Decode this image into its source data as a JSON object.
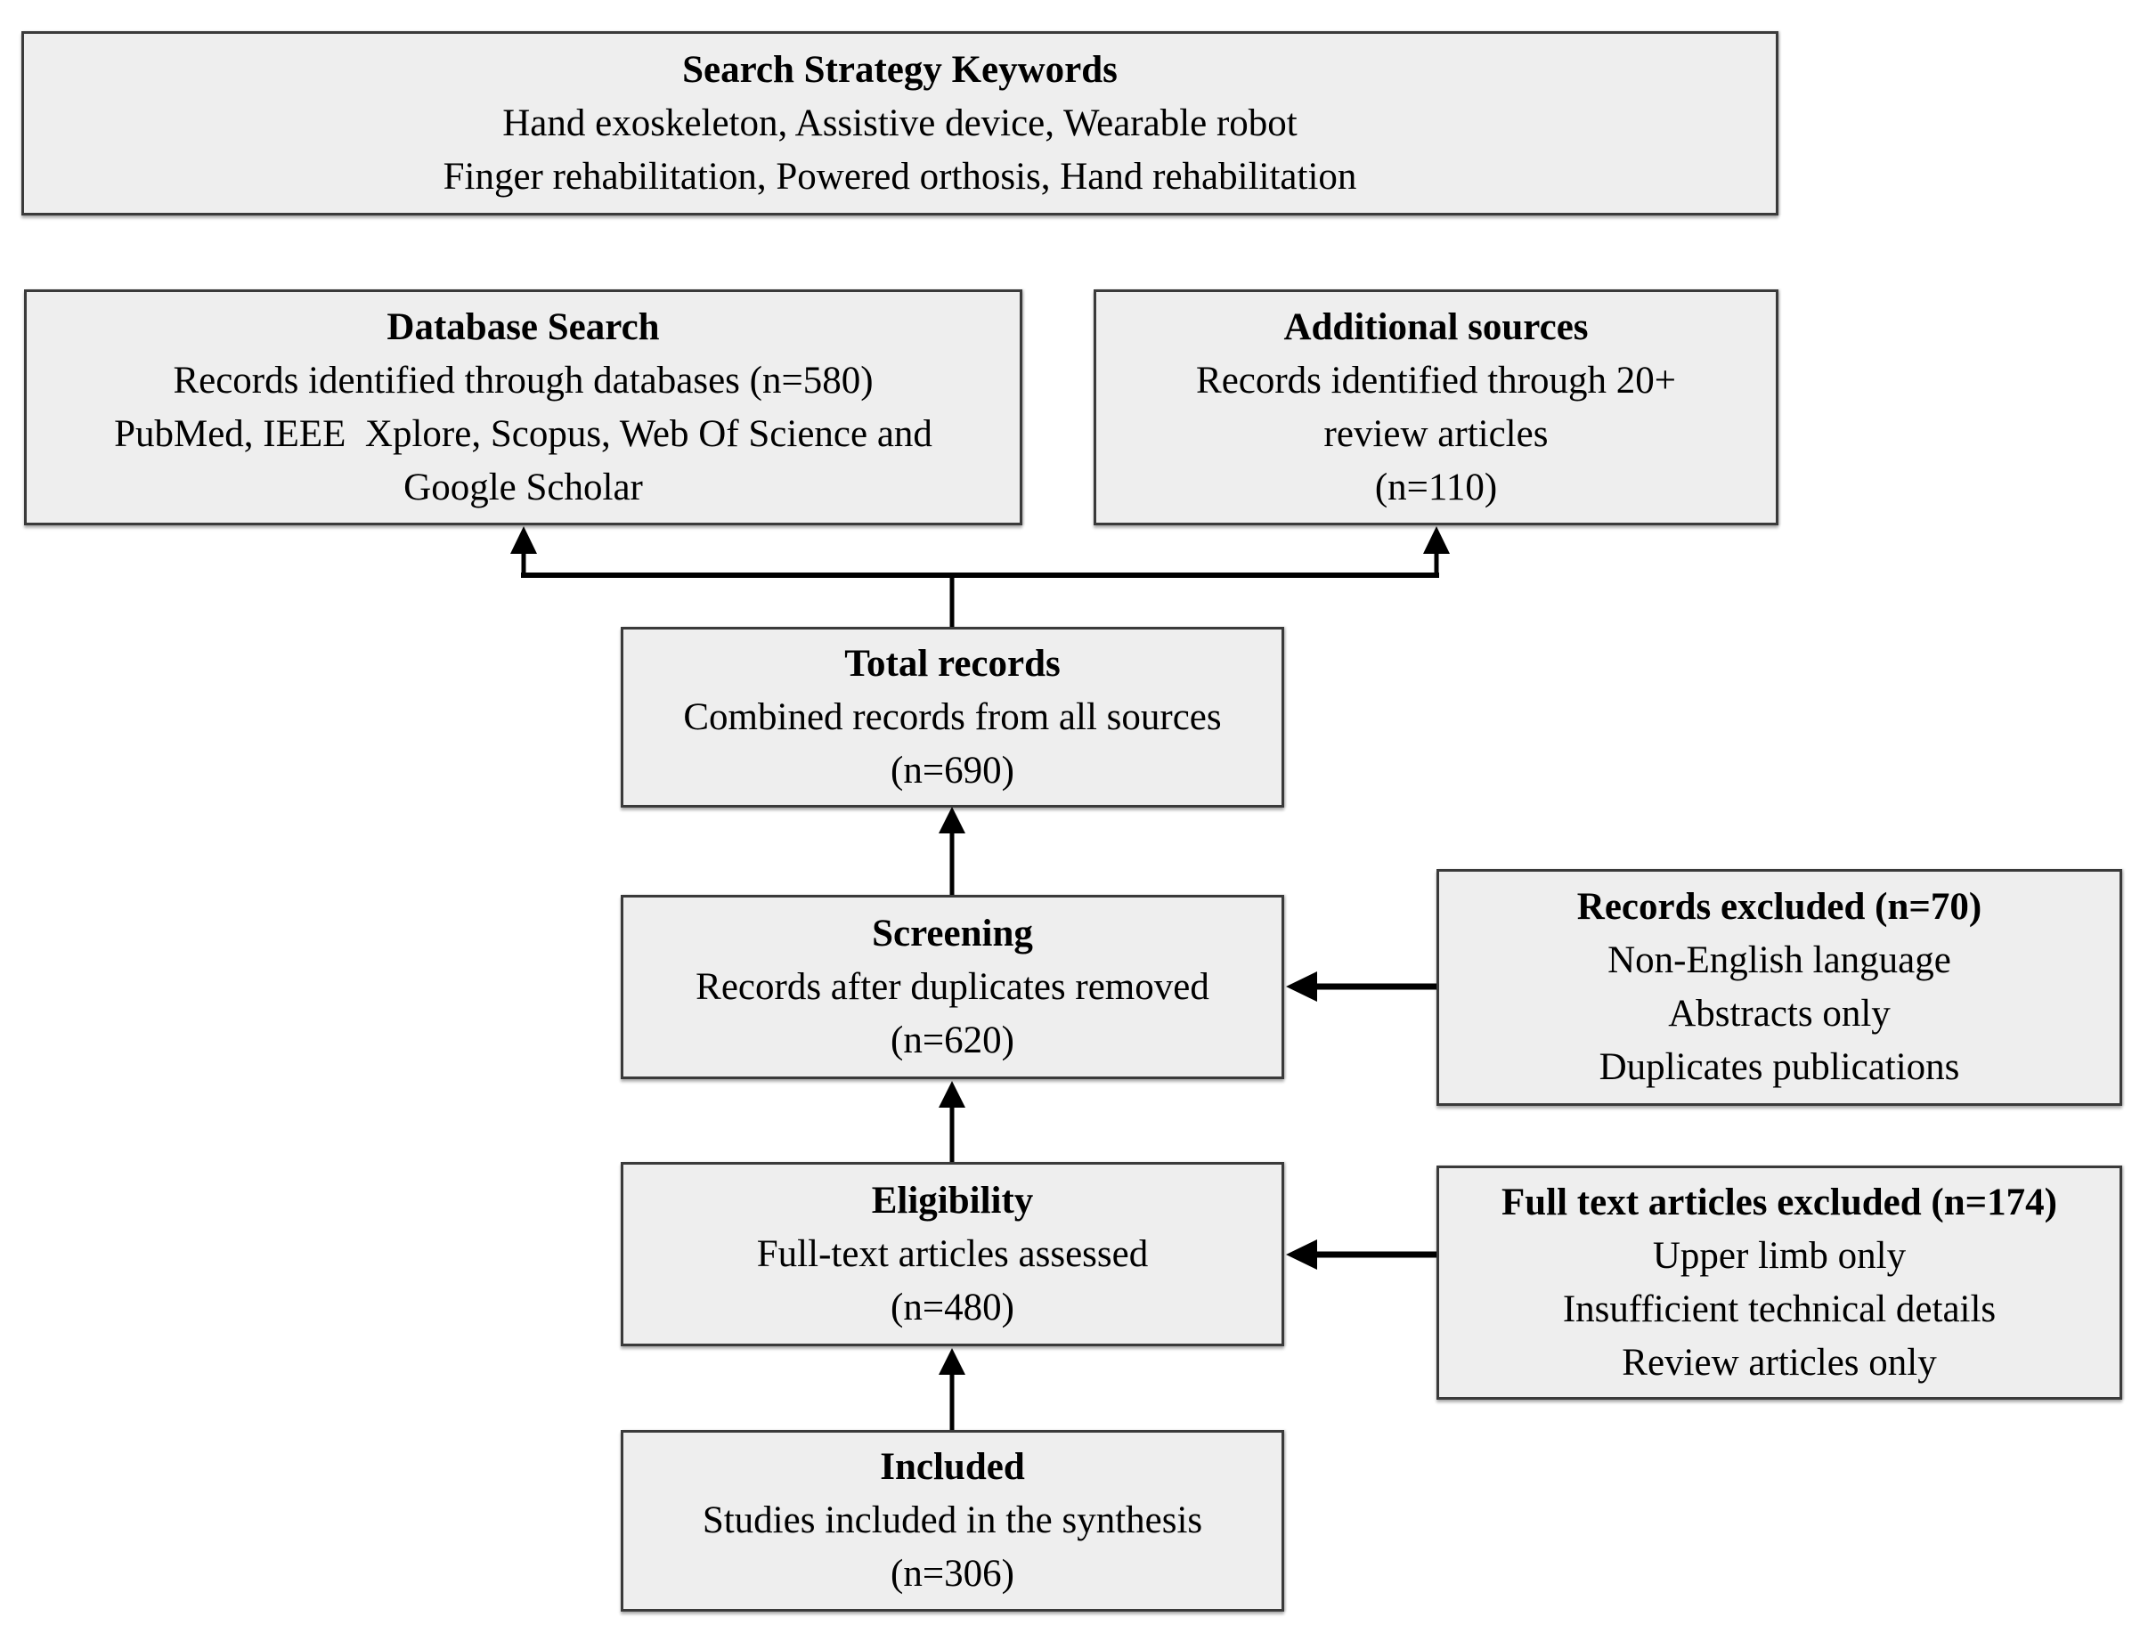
{
  "diagram": {
    "boxes": {
      "keywords": {
        "title": "Search Strategy Keywords",
        "lines": [
          "Hand exoskeleton, Assistive device, Wearable robot",
          "Finger rehabilitation, Powered orthosis, Hand rehabilitation"
        ]
      },
      "database": {
        "title": "Database Search",
        "lines": [
          "Records identified through databases (n=580)",
          "PubMed, IEEE  Xplore, Scopus, Web Of Science and",
          "Google Scholar"
        ]
      },
      "additional": {
        "title": "Additional sources",
        "lines": [
          "Records identified through 20+",
          "review articles",
          "(n=110)"
        ]
      },
      "total": {
        "title": "Total records",
        "lines": [
          "Combined records from all sources",
          "(n=690)"
        ]
      },
      "screening": {
        "title": "Screening",
        "lines": [
          "Records after duplicates removed",
          "(n=620)"
        ]
      },
      "records_excluded": {
        "title": "Records excluded (n=70)",
        "lines": [
          "Non-English language",
          "Abstracts only",
          "Duplicates publications"
        ]
      },
      "eligibility": {
        "title": "Eligibility",
        "lines": [
          "Full-text articles assessed",
          "(n=480)"
        ]
      },
      "fulltext_excluded": {
        "title": "Full text articles excluded (n=174)",
        "lines": [
          "Upper limb only",
          "Insufficient technical details",
          "Review articles only"
        ]
      },
      "included": {
        "title": "Included",
        "lines": [
          "Studies included in the synthesis",
          "(n=306)"
        ]
      }
    },
    "colors": {
      "box_fill": "#eeeeee",
      "box_border": "#3a3a3a",
      "arrow": "#000000",
      "background": "#ffffff",
      "text": "#000000"
    }
  }
}
